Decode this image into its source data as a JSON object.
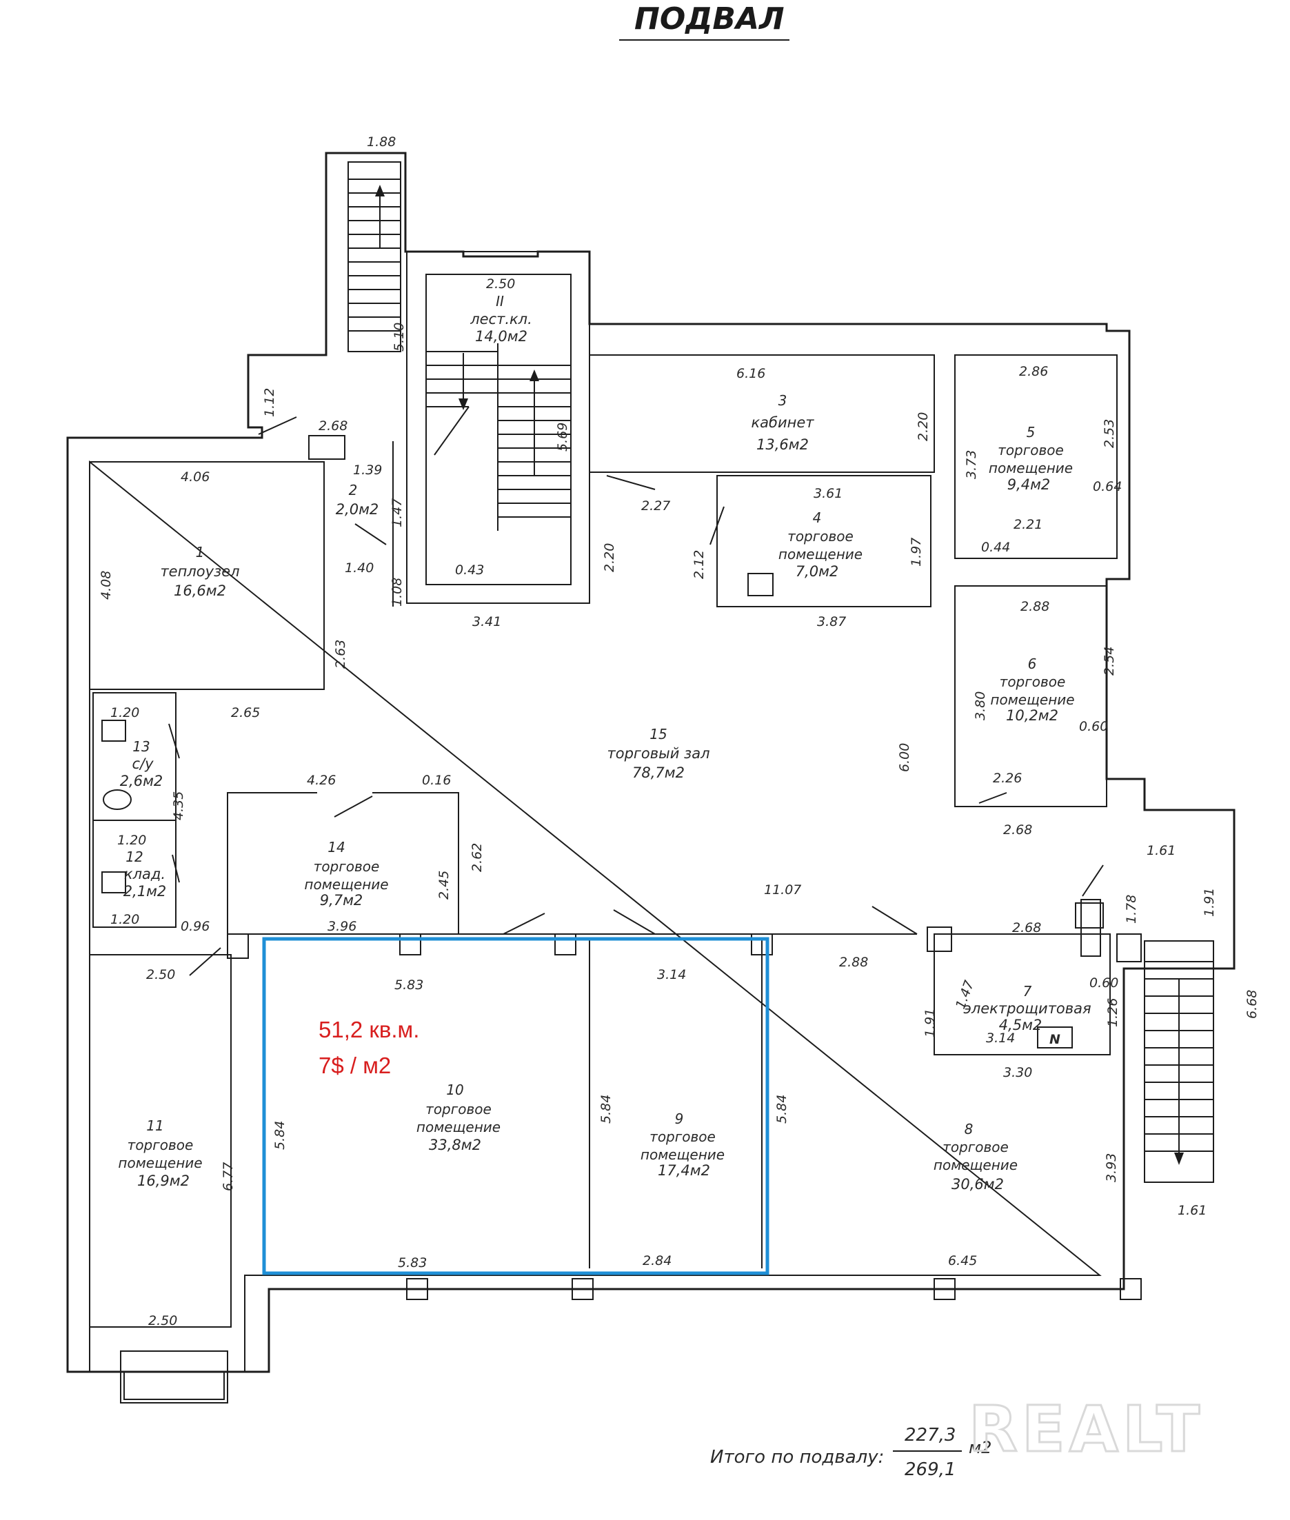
{
  "title": "ПОДВАЛ",
  "highlight": {
    "area_text": "51,2 кв.м.",
    "price_text": "7$ / м2",
    "color": "#1f8fd6"
  },
  "rooms": [
    {
      "id": "1",
      "num": "1",
      "name": "теплоузел",
      "area": "16,6м2"
    },
    {
      "id": "2",
      "num": "2",
      "name": "",
      "area": "2,0м2"
    },
    {
      "id": "II",
      "num": "II",
      "name": "лест.кл.",
      "area": "14,0м2"
    },
    {
      "id": "3",
      "num": "3",
      "name": "кабинет",
      "area": "13,6м2"
    },
    {
      "id": "4",
      "num": "4",
      "name": "торговое помещение",
      "area": "7,0м2"
    },
    {
      "id": "5",
      "num": "5",
      "name": "торговое помещение",
      "area": "9,4м2"
    },
    {
      "id": "6",
      "num": "6",
      "name": "торговое помещение",
      "area": "10,2м2"
    },
    {
      "id": "15",
      "num": "15",
      "name": "торговый зал",
      "area": "78,7м2"
    },
    {
      "id": "13",
      "num": "13",
      "name": "с/у",
      "area": "2,6м2"
    },
    {
      "id": "12",
      "num": "12",
      "name": "клад.",
      "area": "2,1м2"
    },
    {
      "id": "14",
      "num": "14",
      "name": "торговое помещение",
      "area": "9,7м2"
    },
    {
      "id": "7",
      "num": "7",
      "name": "электрощитовая",
      "area": "4,5м2"
    },
    {
      "id": "10",
      "num": "10",
      "name": "торговое помещение",
      "area": "33,8м2"
    },
    {
      "id": "9",
      "num": "9",
      "name": "торговое помещение",
      "area": "17,4м2"
    },
    {
      "id": "8",
      "num": "8",
      "name": "торговое помещение",
      "area": "30,6м2"
    },
    {
      "id": "11",
      "num": "11",
      "name": "торговое помещение",
      "area": "16,9м2"
    }
  ],
  "dims": {
    "stair_top": "1.88",
    "stair_len": "5.10",
    "s112": "1.12",
    "s268a": "2.68",
    "s139": "1.39",
    "s406": "4.06",
    "s408": "4.08",
    "s147": "1.47",
    "s140": "1.40",
    "s108": "1.08",
    "s263": "2.63",
    "s250a": "2.50",
    "s569": "5.69",
    "s043": "0.43",
    "s341": "3.41",
    "s220a": "2.20",
    "s227": "2.27",
    "s616": "6.16",
    "s220b": "2.20",
    "s361": "3.61",
    "s212": "2.12",
    "s197": "1.97",
    "s387": "3.87",
    "s286": "2.86",
    "s253": "2.53",
    "s373": "3.73",
    "s064": "0.64",
    "s221": "2.21",
    "s044": "0.44",
    "s288a": "2.88",
    "s254": "2.54",
    "s380": "3.80",
    "s060a": "0.60",
    "s600": "6.00",
    "s226": "2.26",
    "s268b": "2.68",
    "s120a": "1.20",
    "s265": "2.65",
    "s435": "4.35",
    "s120b": "1.20",
    "s120c": "1.20",
    "s096": "0.96",
    "s426": "4.26",
    "s016": "0.16",
    "s262": "2.62",
    "s245": "2.45",
    "s396": "3.96",
    "s1107": "11.07",
    "s161a": "1.61",
    "s178": "1.78",
    "s191a": "1.91",
    "s268c": "2.68",
    "s583a": "5.83",
    "s314a": "3.14",
    "s288b": "2.88",
    "s060b": "0.60",
    "s147b": "1.47",
    "s191b": "1.91",
    "s126": "1.26",
    "s668": "6.68",
    "s314b": "3.14",
    "s330": "3.30",
    "s250b": "2.50",
    "s584a": "5.84",
    "s584b": "5.84",
    "s584c": "5.84",
    "s677": "6.77",
    "s393": "3.93",
    "s161b": "1.61",
    "s583b": "5.83",
    "s284": "2.84",
    "s645": "6.45",
    "s250c": "2.50"
  },
  "total": {
    "label": "Итого по подвалу:",
    "value_top": "227,3",
    "value_bottom": "269,1",
    "unit": "м2"
  },
  "watermark": "REALT"
}
